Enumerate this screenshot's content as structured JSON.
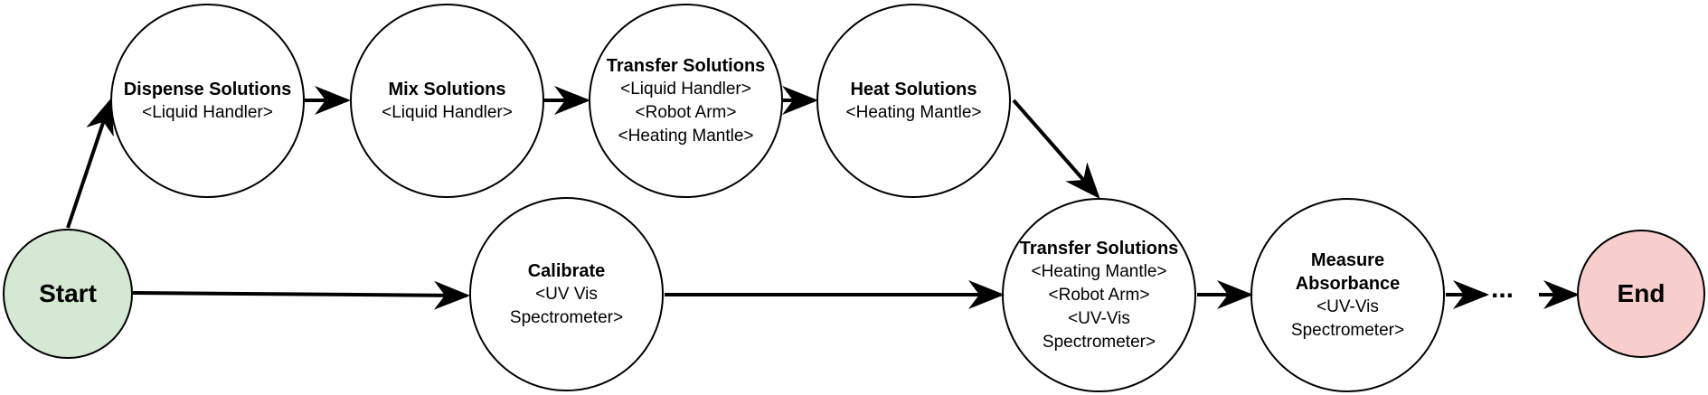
{
  "colors": {
    "start_fill": "#d5e8d4",
    "end_fill": "#f8cecc",
    "node_fill": "#ffffff",
    "stroke": "#000000"
  },
  "nodes": {
    "start": {
      "title": "Start"
    },
    "dispense": {
      "title": "Dispense Solutions",
      "lines": [
        "<Liquid Handler>"
      ]
    },
    "mix": {
      "title": "Mix Solutions",
      "lines": [
        "<Liquid Handler>"
      ]
    },
    "transfer1": {
      "title": "Transfer Solutions",
      "lines": [
        "<Liquid Handler>",
        "<Robot Arm>",
        "<Heating Mantle>"
      ]
    },
    "heat": {
      "title": "Heat Solutions",
      "lines": [
        "<Heating Mantle>"
      ]
    },
    "calibrate": {
      "title": "Calibrate",
      "lines": [
        "<UV Vis",
        "Spectrometer>"
      ]
    },
    "transfer2": {
      "title": "Transfer Solutions",
      "lines": [
        "<Heating Mantle>",
        "<Robot Arm>",
        "<UV-Vis",
        "Spectrometer>"
      ]
    },
    "measure": {
      "title": "Measure",
      "title2": "Absorbance",
      "lines": [
        "<UV-Vis",
        "Spectrometer>"
      ]
    },
    "end": {
      "title": "End"
    }
  },
  "ellipsis": "..."
}
